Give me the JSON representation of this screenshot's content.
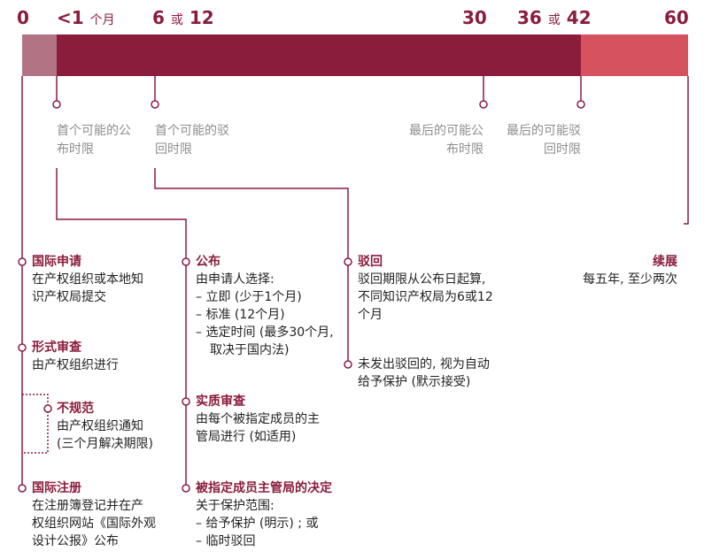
{
  "colors": {
    "accent": "#8a1c3c",
    "bar_light": "#b27384",
    "bar_main": "#8a1c3c",
    "bar_renew": "#d6525e",
    "muted_text": "#8d8d8d"
  },
  "timeline": {
    "ticks": [
      {
        "value": "0",
        "suffix": ""
      },
      {
        "value": "<1",
        "suffix": "个月"
      },
      {
        "value": "6",
        "mid": "或",
        "value2": "12"
      },
      {
        "value": "30",
        "suffix": ""
      },
      {
        "value": "36",
        "mid": "或",
        "value2": "42"
      },
      {
        "value": "60",
        "suffix": ""
      }
    ]
  },
  "notes": {
    "first_publication": [
      "首个可能的公",
      "布时限"
    ],
    "first_refusal": [
      "首个可能的驳",
      "回时限"
    ],
    "last_publication": [
      "最后的可能公",
      "布时限"
    ],
    "last_refusal": [
      "最后的可能驳",
      "回时限"
    ]
  },
  "boxes": {
    "intl_application": {
      "title": "国际申请",
      "lines": [
        "在产权组织或本地知",
        "识产权局提交"
      ]
    },
    "formal_exam": {
      "title": "形式审查",
      "lines": [
        "由产权组织进行"
      ]
    },
    "irregularity": {
      "title": "不规范",
      "lines": [
        "由产权组织通知",
        "(三个月解决期限)"
      ]
    },
    "intl_registration": {
      "title": "国际注册",
      "lines": [
        "在注册簿登记并在产",
        "权组织网站《国际外观",
        "设计公报》公布"
      ]
    },
    "publication": {
      "title": "公布",
      "intro": "由申请人选择:",
      "items": [
        "– 立即 (少于1个月)",
        "– 标准 (12个月)",
        "– 选定时间 (最多30个月, 取决于国内法)"
      ]
    },
    "substantive_exam": {
      "title": "实质审查",
      "lines": [
        "由每个被指定成员的主",
        "管局进行 (如适用)"
      ]
    },
    "decision": {
      "title": "被指定成员主管局的决定",
      "intro": "关于保护范围:",
      "items": [
        "– 给予保护 (明示) ; 或",
        "– 临时驳回"
      ]
    },
    "refusal": {
      "title": "驳回",
      "lines": [
        "驳回期限从公布日起算,",
        "不同知识产权局为6或12",
        "个月"
      ]
    },
    "auto_protection": {
      "lines": [
        "未发出驳回的, 视为自动",
        "给予保护 (默示接受)"
      ]
    },
    "renewal": {
      "title": "续展",
      "lines": [
        "每五年, 至少两次"
      ]
    }
  }
}
